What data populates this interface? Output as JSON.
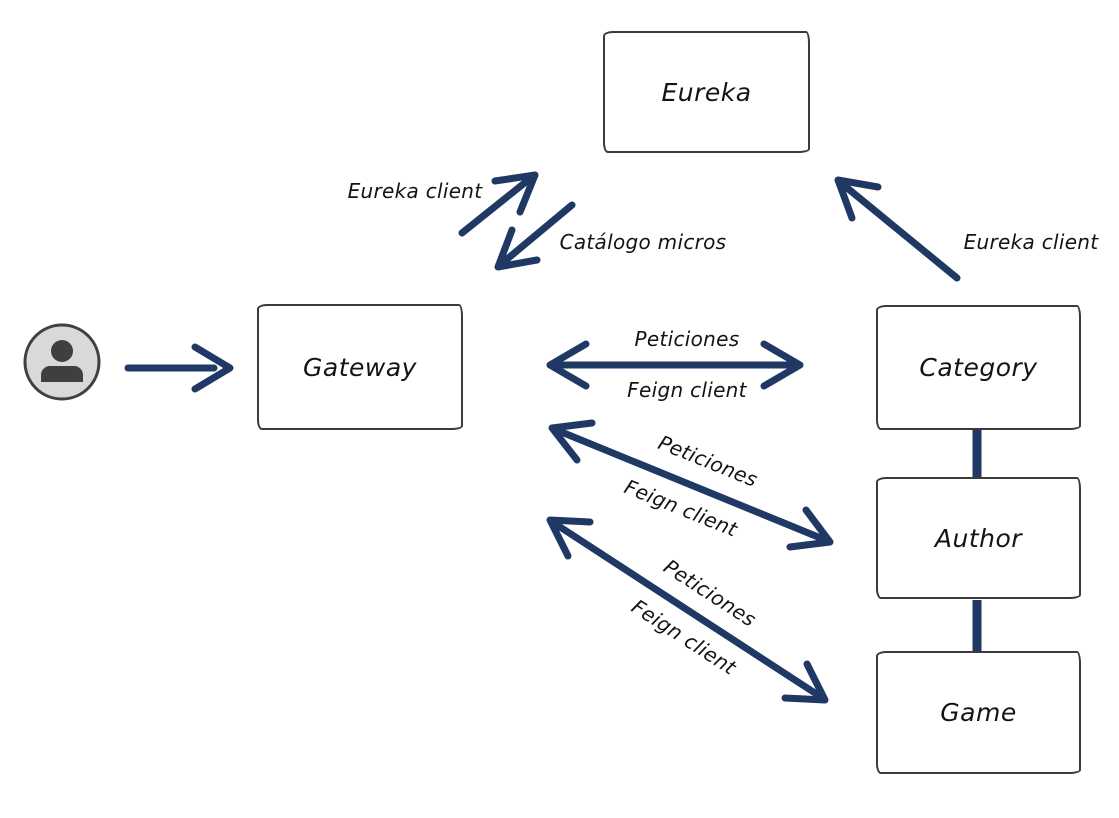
{
  "colors": {
    "arrow": "#1f3864",
    "box_border": "#3b3b3b",
    "box_fill": "#ffffff",
    "actor_fill": "#d9d9d9",
    "actor_glyph": "#3f3f3f",
    "text": "#141414",
    "background": "#ffffff"
  },
  "nodes": {
    "eureka": {
      "label": "Eureka"
    },
    "gateway": {
      "label": "Gateway"
    },
    "category": {
      "label": "Category"
    },
    "author": {
      "label": "Author"
    },
    "game": {
      "label": "Game"
    }
  },
  "actor": {
    "icon": "person-icon"
  },
  "edges": [
    {
      "id": "user-gateway",
      "from": "User",
      "to": "Gateway",
      "style": "arrow",
      "labels": []
    },
    {
      "id": "gateway-eureka",
      "from": "Gateway",
      "to": "Eureka",
      "style": "arrow",
      "labels": [
        "Eureka client"
      ]
    },
    {
      "id": "eureka-gateway",
      "from": "Eureka",
      "to": "Gateway",
      "style": "arrow",
      "labels": [
        "Catálogo micros"
      ]
    },
    {
      "id": "category-eureka",
      "from": "Category",
      "to": "Eureka",
      "style": "arrow",
      "labels": [
        "Eureka client"
      ]
    },
    {
      "id": "gateway-category",
      "from": "Gateway",
      "to": "Category",
      "style": "double-arrow",
      "labels": [
        "Peticiones",
        "Feign client"
      ]
    },
    {
      "id": "gateway-author",
      "from": "Gateway",
      "to": "Author",
      "style": "double-arrow",
      "labels": [
        "Peticiones",
        "Feign client"
      ]
    },
    {
      "id": "gateway-game",
      "from": "Gateway",
      "to": "Game",
      "style": "double-arrow",
      "labels": [
        "Peticiones",
        "Feign client"
      ]
    },
    {
      "id": "category-author",
      "from": "Category",
      "to": "Author",
      "style": "line",
      "labels": []
    },
    {
      "id": "author-game",
      "from": "Author",
      "to": "Game",
      "style": "line",
      "labels": []
    }
  ]
}
